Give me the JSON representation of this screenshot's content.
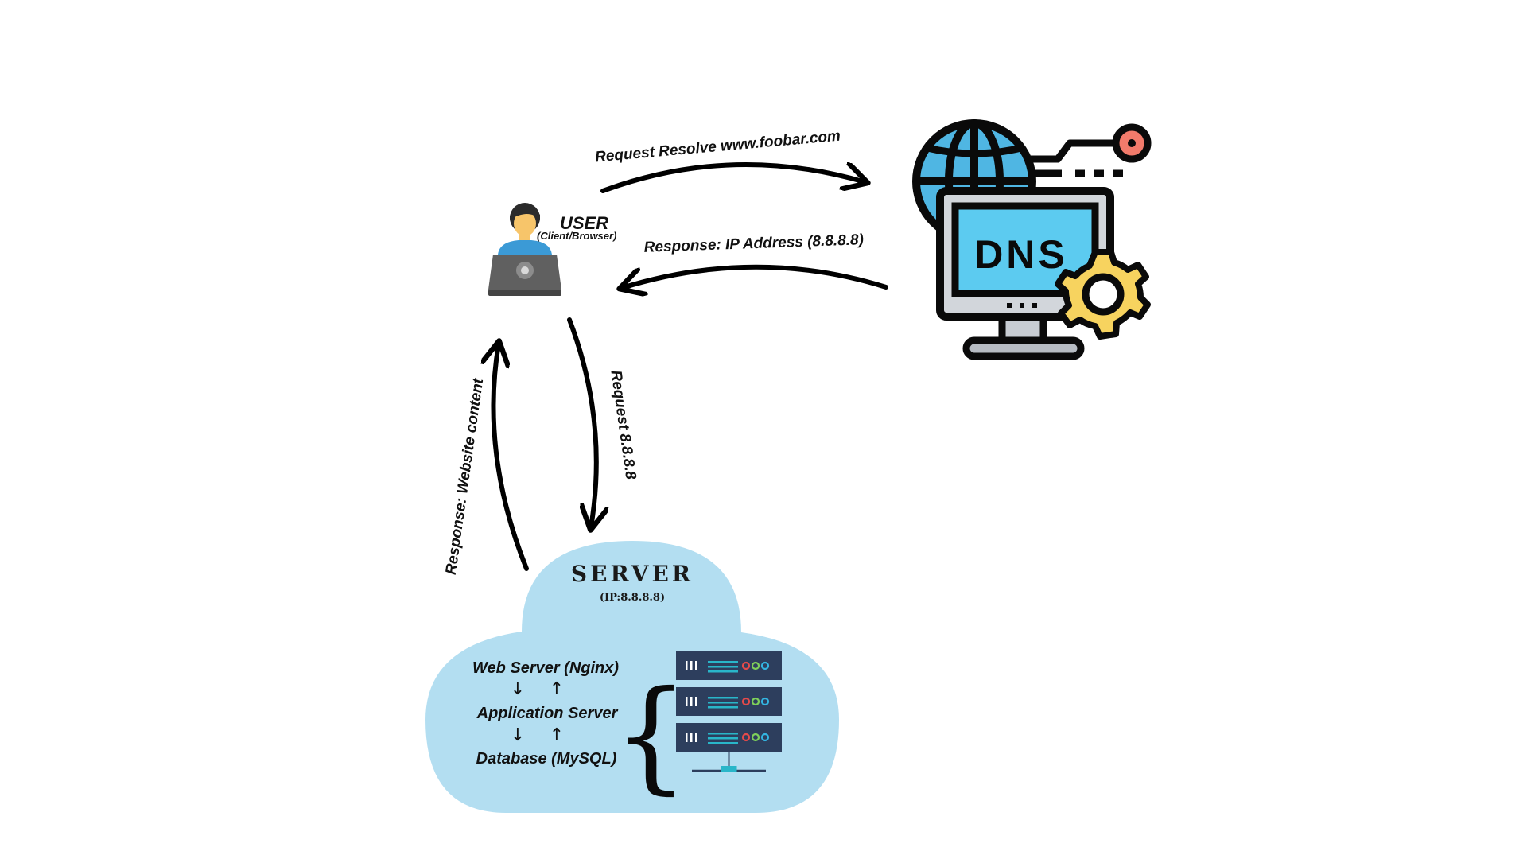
{
  "user": {
    "title": "USER",
    "subtitle": "(Client/Browser)"
  },
  "dns": {
    "label": "DNS"
  },
  "arrows": {
    "request_resolve": "Request Resolve www.foobar.com",
    "response_ip": "Response: IP Address (8.8.8.8)",
    "request_server": "Request 8.8.8.8",
    "response_content": "Response: Website content"
  },
  "server": {
    "title": "SERVER",
    "ip": "(IP:8.8.8.8)",
    "stack": {
      "web": "Web Server (Nginx)",
      "app": "Application Server",
      "db": "Database (MySQL)",
      "down_arrow": "↓",
      "up_arrow": "↑"
    },
    "brace": "{",
    "rack_units": 3
  },
  "colors": {
    "globe": "#4fb6e3",
    "dns_screen": "#5ccbf0",
    "gear": "#f7d35f",
    "node_red": "#f27b6b",
    "cloud": "#b3def1",
    "server_rack": "#2d3e5d",
    "laptop": "#606060",
    "user_shirt": "#3b9ad6",
    "user_skin": "#f7c56a"
  },
  "icons": [
    "user-laptop-icon",
    "dns-monitor-icon",
    "globe-icon",
    "gear-icon",
    "server-rack-icon",
    "cloud-shape"
  ]
}
